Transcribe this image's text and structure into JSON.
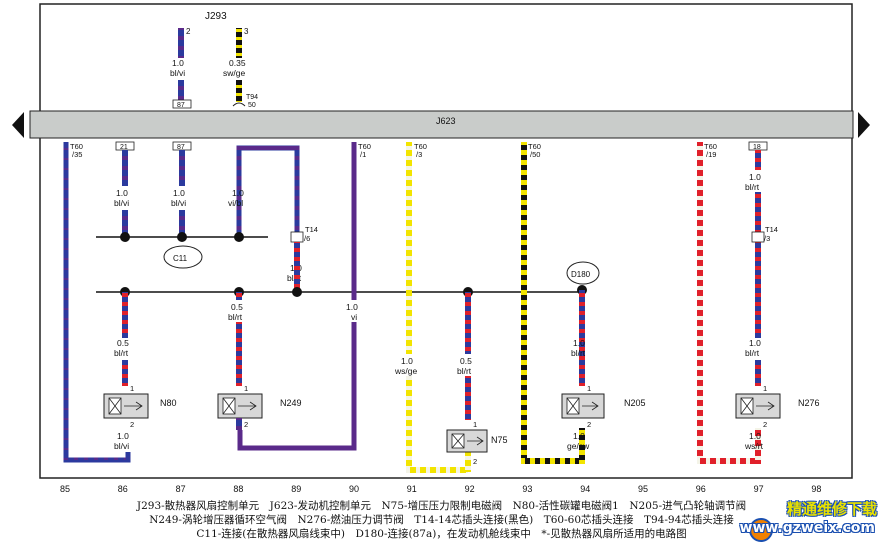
{
  "colors": {
    "bl": "#2b3a9e",
    "rt": "#e0202a",
    "ws": "#f4f4e8",
    "ge": "#f2e400",
    "sw": "#111111",
    "vi": "#5a2a8a",
    "bus": "#c9ccca",
    "frame": "#222222"
  },
  "top": {
    "unit": "J293",
    "w1_pin": "2",
    "w1_gauge": "1.0",
    "w1_color": "bl/vi",
    "w1_box": "87",
    "w2_pin": "3",
    "w2_gauge": "0.35",
    "w2_color": "sw/ge",
    "w2_conn": "T94",
    "w2_conn_pin": "50"
  },
  "bus_label": "J623",
  "col85": {
    "conn": "T60",
    "pin": "/35"
  },
  "col86": {
    "box": "21",
    "gauge": "1.0",
    "color": "bl/vi"
  },
  "col87": {
    "box": "87",
    "gauge": "1.0",
    "color": "bl/vi"
  },
  "col88": {
    "gauge": "1.0",
    "color": "vi/bl"
  },
  "col89": {
    "conn": "T14",
    "pin": "/6",
    "gauge": "1.0",
    "color": "bl/rt"
  },
  "col90": {
    "conn": "T60",
    "pin": "/1",
    "gauge": "1.0",
    "color": "vi"
  },
  "col91": {
    "conn": "T60",
    "pin": "/3",
    "gauge": "1.0",
    "color": "ws/ge"
  },
  "col92": {
    "gauge": "0.5",
    "color": "bl/rt"
  },
  "col93": {
    "conn": "T60",
    "pin": "/50"
  },
  "col96": {
    "conn": "T60",
    "pin": "/19"
  },
  "col97": {
    "box": "18",
    "gauge": "1.0",
    "color": "bl/rt",
    "conn": "T14",
    "pin": "/3"
  },
  "splice_c11": "C11",
  "splice_d180": "D180",
  "n80": {
    "label": "N80",
    "top_gauge": "0.5",
    "top_color": "bl/rt",
    "bot_gauge": "1.0",
    "bot_color": "bl/vi",
    "pin1": "1",
    "pin2": "2"
  },
  "n249": {
    "label": "N249",
    "top_gauge": "0.5",
    "top_color": "bl/rt",
    "pin1": "1",
    "pin2": "2"
  },
  "n75": {
    "label": "N75",
    "pin1": "1",
    "pin2": "2"
  },
  "n205": {
    "label": "N205",
    "top_gauge": "1.0",
    "top_color": "bl/rt",
    "bot_gauge": "1.0",
    "bot_color": "ge/sw",
    "pin1": "1",
    "pin2": "2"
  },
  "n276": {
    "label": "N276",
    "top_gauge": "1.0",
    "top_color": "bl/rt",
    "bot_gauge": "1.0",
    "bot_color": "ws/rt",
    "pin1": "1",
    "pin2": "2"
  },
  "columns": [
    "85",
    "86",
    "87",
    "88",
    "89",
    "90",
    "91",
    "92",
    "93",
    "94",
    "95",
    "96",
    "97",
    "98"
  ],
  "caption": {
    "line1": "J293-散热器风扇控制单元　J623-发动机控制单元　N75-增压压力限制电磁阀　N80-活性碳罐电磁阀1　N205-进气凸轮轴调节阀",
    "line2": "N249-涡轮增压器循环空气阀　N276-燃油压力调节阀　T14-14芯插头连接(黑色)　T60-60芯插头连接　T94-94芯插头连接",
    "line3": "C11-连接(在散热器风扇线束中)　D180-连接(87a)，在发动机舱线束中　*-见散热器风扇所适用的电路图"
  },
  "watermark": {
    "title": "精通维修下载",
    "url": "www.gzweix.com"
  }
}
